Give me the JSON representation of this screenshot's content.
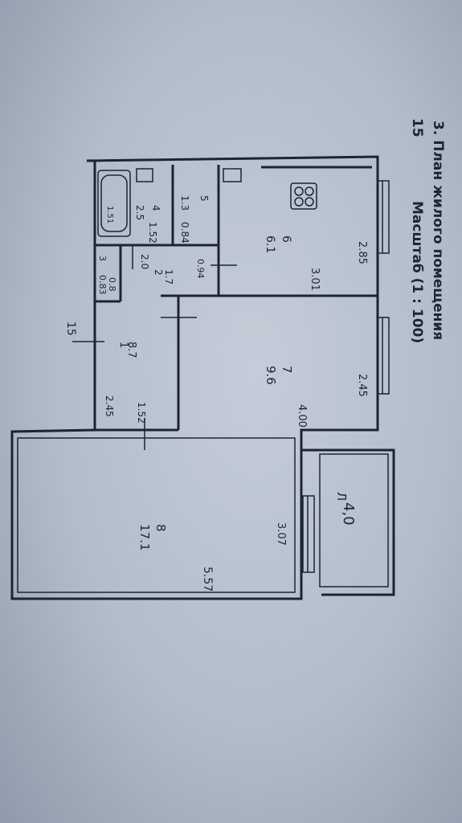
{
  "header": {
    "title": "3. План жилого помещения",
    "scale": "Масштаб (1 : 100)",
    "page_number": "15"
  },
  "rooms": [
    {
      "number": "1",
      "area": "8.7"
    },
    {
      "number": "2",
      "area": "1.7"
    },
    {
      "number": "3",
      "area": "0.8"
    },
    {
      "number": "4",
      "area": "2.5"
    },
    {
      "number": "5",
      "area": "1.3"
    },
    {
      "number": "6",
      "area": "6.1"
    },
    {
      "number": "7",
      "area": "9.6"
    },
    {
      "number": "8",
      "area": "17.1"
    }
  ],
  "loggia": {
    "label": "Л",
    "area": "4,0"
  },
  "dimensions": {
    "kitchen_width": "2.85",
    "kitchen_length": "3.01",
    "room7_width": "2.45",
    "room7_length": "4.00",
    "hall_width": "2.45",
    "hall_length": "1.52",
    "bath_length": "1.52",
    "bath_width": "2.0",
    "wc_width": "0.84",
    "wc_width_b": "0.94",
    "niche": "0.83",
    "tub": "1.51",
    "room8_width": "3.07",
    "room8_length": "5.57",
    "wall_mark": "15"
  }
}
